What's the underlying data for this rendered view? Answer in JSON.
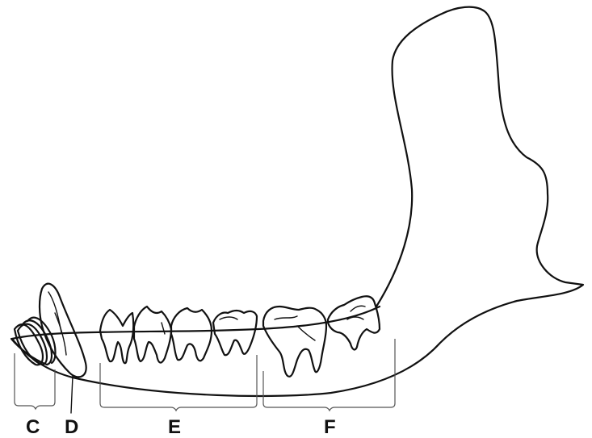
{
  "diagram": {
    "labels": {
      "c": "C",
      "d": "D",
      "e": "E",
      "f": "F"
    }
  }
}
